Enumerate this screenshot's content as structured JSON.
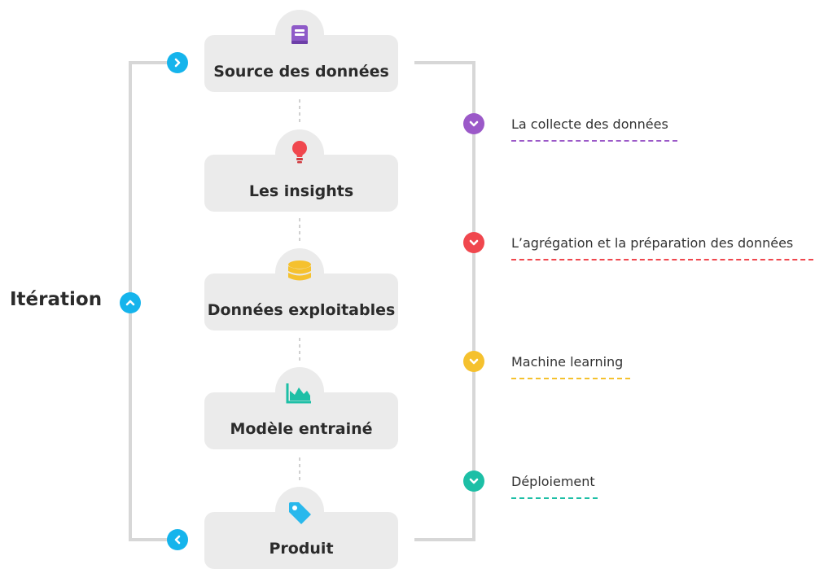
{
  "iteration_label": "Itération",
  "boxes": [
    {
      "label": "Source des données",
      "icon": "book-icon",
      "color": "#8e5ac8"
    },
    {
      "label": "Les insights",
      "icon": "lightbulb-icon",
      "color": "#f0474e"
    },
    {
      "label": "Données exploitables",
      "icon": "database-icon",
      "color": "#f5c12e"
    },
    {
      "label": "Modèle entrainé",
      "icon": "area-chart-icon",
      "color": "#1dbfa6"
    },
    {
      "label": "Produit",
      "icon": "tag-icon",
      "color": "#29b8ec"
    }
  ],
  "steps": [
    {
      "label": "La collecte des données",
      "color": "#9b59c8"
    },
    {
      "label": "L’agrégation et la préparation des données",
      "color": "#f0474e"
    },
    {
      "label": "Machine learning",
      "color": "#f5c12e"
    },
    {
      "label": "Déploiement",
      "color": "#1dbfa6"
    }
  ],
  "colors": {
    "connector": "#d7d7d7",
    "iteration_accent": "#15b4ec",
    "box_fill": "#ebebeb"
  }
}
